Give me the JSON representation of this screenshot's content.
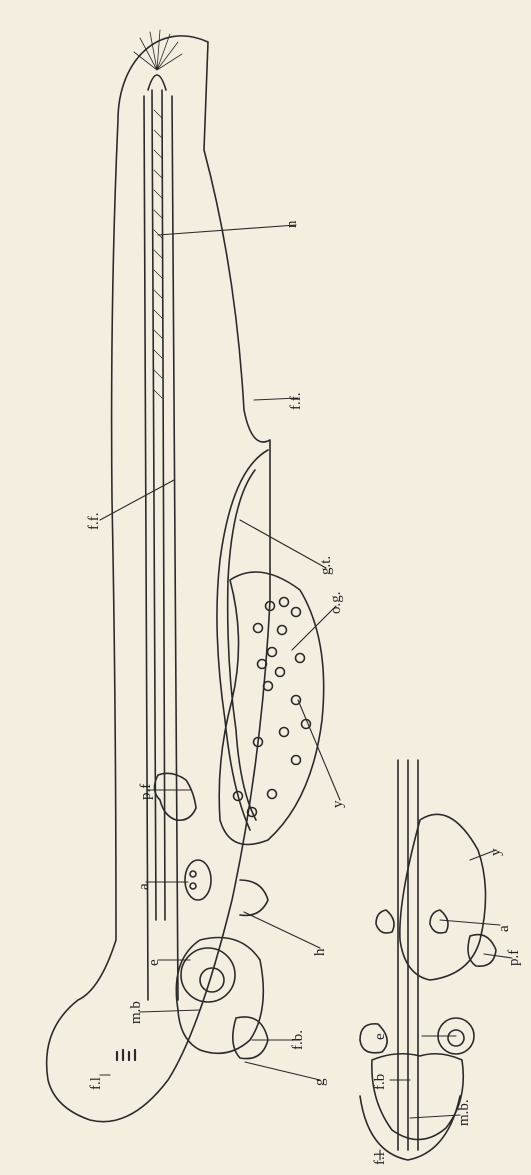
{
  "figure": {
    "paper_color": "#f3eee0",
    "ink_color": "#2a2a2a",
    "lateral_view_labels": {
      "n": "n",
      "ff_upper": "f.f.",
      "ff_lower": "f.f.",
      "gt": "g.t.",
      "og": "o.g.",
      "pf": "p.f",
      "y": "y",
      "a": "a",
      "e": "e",
      "h": "h",
      "mb": "m.b",
      "fb": "f.b.",
      "g": "g",
      "fl": "f.l"
    },
    "dorsal_view_labels": {
      "y": "y",
      "pf": "p.f",
      "a": "a",
      "e": "e",
      "fb": "f.b",
      "mb": "m.b.",
      "fl": "f.l"
    }
  }
}
